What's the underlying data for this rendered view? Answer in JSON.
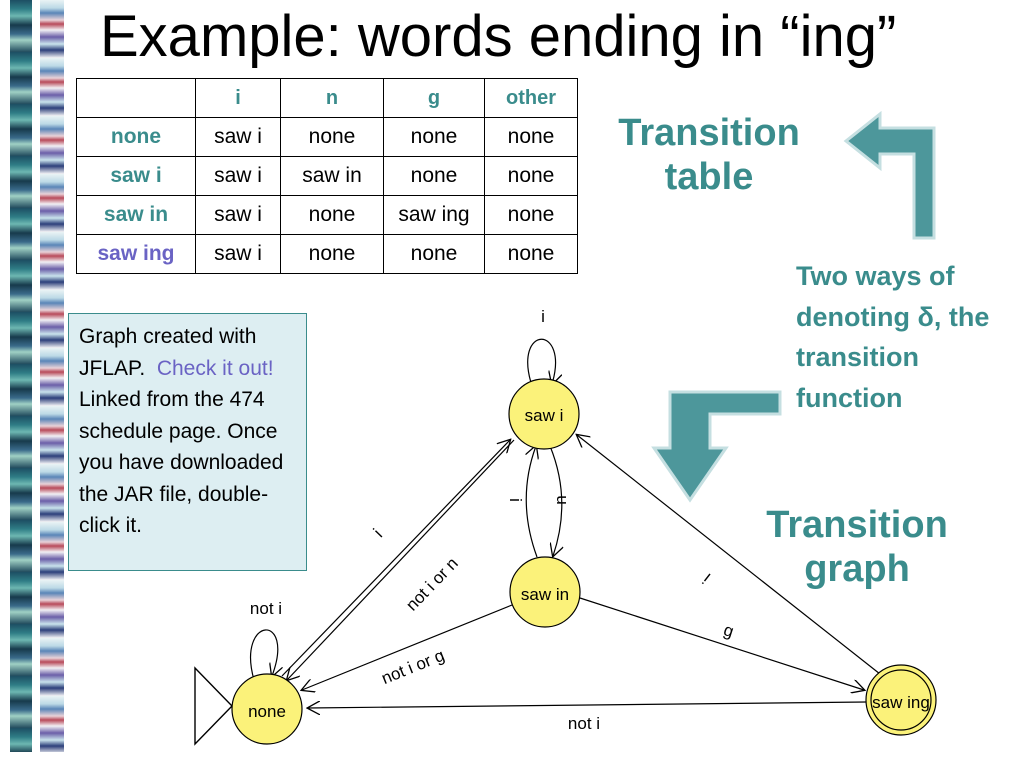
{
  "title": "Example: words ending in “ing”",
  "table": {
    "corner": "",
    "headers": [
      "i",
      "n",
      "g",
      "other"
    ],
    "rows": [
      {
        "state": "none",
        "cells": [
          "saw i",
          "none",
          "none",
          "none"
        ]
      },
      {
        "state": "saw i",
        "cells": [
          "saw i",
          "saw in",
          "none",
          "none"
        ]
      },
      {
        "state": "saw in",
        "cells": [
          "saw i",
          "none",
          "saw ing",
          "none"
        ]
      },
      {
        "state": "saw ing",
        "cells": [
          "saw i",
          "none",
          "none",
          "none"
        ]
      }
    ]
  },
  "labels": {
    "transition_table": "Transition table",
    "transition_graph": "Transition graph",
    "two_ways": "Two ways of denoting δ, the transition function"
  },
  "info": {
    "text1": "Graph created with JFLAP.",
    "link": "Check it out!",
    "text2": "Linked from the 474 schedule page.  Once you have downloaded the JAR file, double-click it."
  },
  "graph": {
    "states": {
      "none": "none",
      "saw_i": "saw i",
      "saw_in": "saw in",
      "saw_ing": "saw ing"
    },
    "edge_labels": {
      "none_loop": "not i",
      "saw_i_loop": "i",
      "none_to_saw_i": "i",
      "saw_i_to_saw_in": "n",
      "saw_in_to_saw_i": "i",
      "saw_in_to_none": "not i or n",
      "saw_i_to_none": "not i or g",
      "saw_in_to_saw_ing": "g",
      "saw_ing_to_saw_i": "i",
      "saw_ing_to_none": "not i"
    }
  },
  "colors": {
    "accent": "#3a8c8c",
    "link": "#6a63c4",
    "state_fill": "#fbf27a",
    "info_bg": "#ddeef2"
  }
}
